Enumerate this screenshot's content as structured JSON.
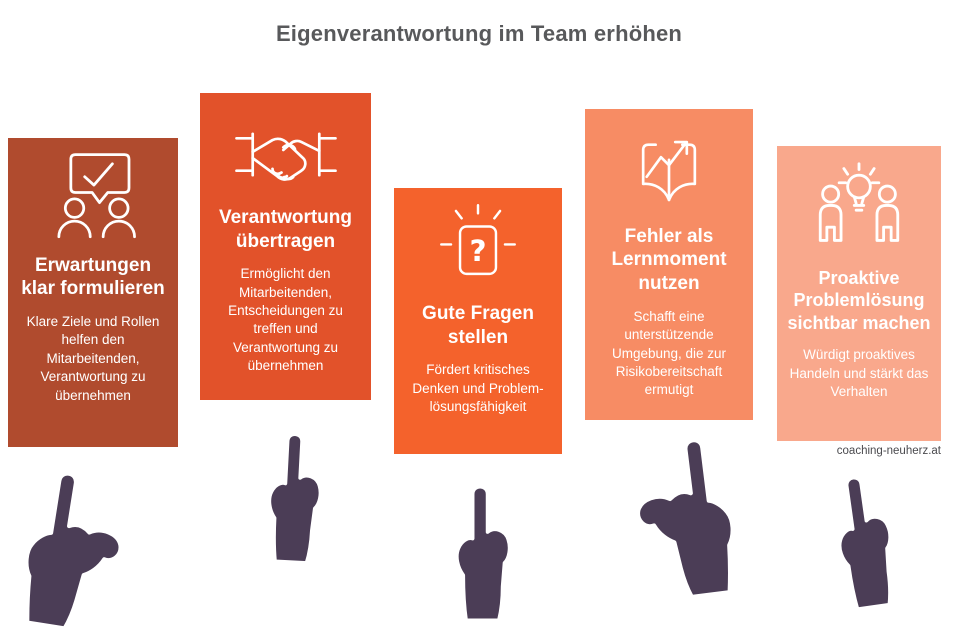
{
  "title": "Eigenverantwortung im Team erhöhen",
  "watermark": "coaching-neuherz.at",
  "colors": {
    "background": "#ffffff",
    "title-text": "#58595b",
    "card-text": "#ffffff",
    "hand": "#4b3d56",
    "hand-outline": "#ffffff"
  },
  "cards": [
    {
      "title": "Erwartungen klar formulieren",
      "description": "Klare Ziele und Rollen helfen den Mitarbeitenden, Verantwortung zu übernehmen",
      "icon": "speech-bubble-check-people-icon",
      "color": "#b04b2e"
    },
    {
      "title": "Verantwortung übertragen",
      "description": "Ermöglicht den Mitarbeitenden, Entscheidungen zu treffen und Verantwortung zu übernehmen",
      "icon": "handshake-icon",
      "color": "#e2522a"
    },
    {
      "title": "Gute Fragen stellen",
      "description": "Fördert kritisches Denken und Problem-lösungsfähigkeit",
      "icon": "question-box-icon",
      "color": "#f4622c"
    },
    {
      "title": "Fehler als Lernmoment nutzen",
      "description": "Schafft eine unterstützende Umgebung, die zur Risikobereitschaft ermutigt",
      "icon": "open-book-arrow-icon",
      "color": "#f78c64"
    },
    {
      "title": "Proaktive Problemlösung sichtbar machen",
      "description": "Würdigt proaktives Handeln und stärkt das Verhalten",
      "icon": "people-lightbulb-icon",
      "color": "#f9a88c"
    }
  ]
}
